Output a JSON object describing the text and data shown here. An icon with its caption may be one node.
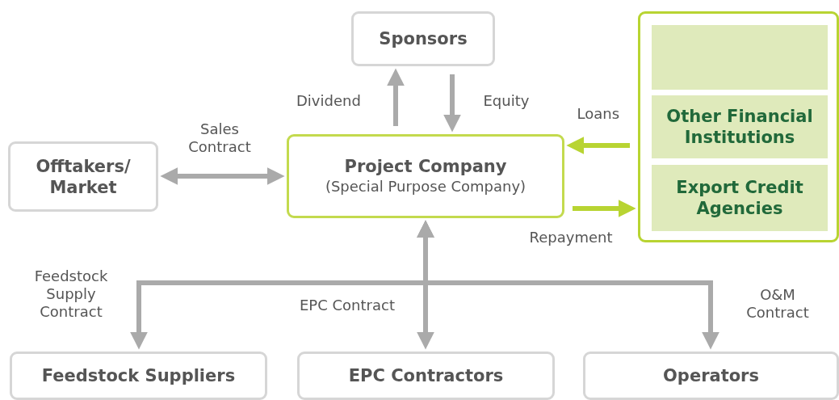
{
  "diagram": {
    "nodes": [
      {
        "text": [
          "Sponsors"
        ]
      },
      {
        "text": [
          "Offtakers/ Market"
        ]
      },
      {
        "text": [
          "Project Company",
          "(Special Purpose Company)"
        ]
      },
      {
        "text": [],
        "shape": "box"
      },
      {
        "text": [],
        "shape": "box",
        "in": 3
      },
      {
        "text": [
          "Other Financial Institutions"
        ],
        "in": 3
      },
      {
        "text": [
          "Export Credit Agencies"
        ],
        "in": 3
      },
      {
        "text": [
          "Feedstock Suppliers"
        ]
      },
      {
        "text": [
          "EPC Contractors"
        ]
      },
      {
        "text": [
          "Operators"
        ]
      }
    ],
    "edges": [
      {
        "from": 2,
        "to": 0,
        "arrow": "to",
        "label": "Dividend"
      },
      {
        "from": 0,
        "to": 2,
        "arrow": "to",
        "label": "Equity"
      },
      {
        "from": 1,
        "to": 2,
        "arrow": "both",
        "label": "Sales Contract"
      },
      {
        "from": 3,
        "to": 2,
        "arrow": "to",
        "label": "Loans",
        "color": "#b8d432"
      },
      {
        "from": 2,
        "to": 3,
        "arrow": "to",
        "label": "Repayment",
        "color": "#b8d432"
      },
      {
        "from": 2,
        "to": 7,
        "arrow": "both",
        "label": "Feedstock Supply Contract"
      },
      {
        "from": 2,
        "to": 8,
        "arrow": "both",
        "label": "EPC Contract"
      },
      {
        "from": 2,
        "to": 9,
        "arrow": "both",
        "label": "O&M Contract"
      }
    ]
  }
}
